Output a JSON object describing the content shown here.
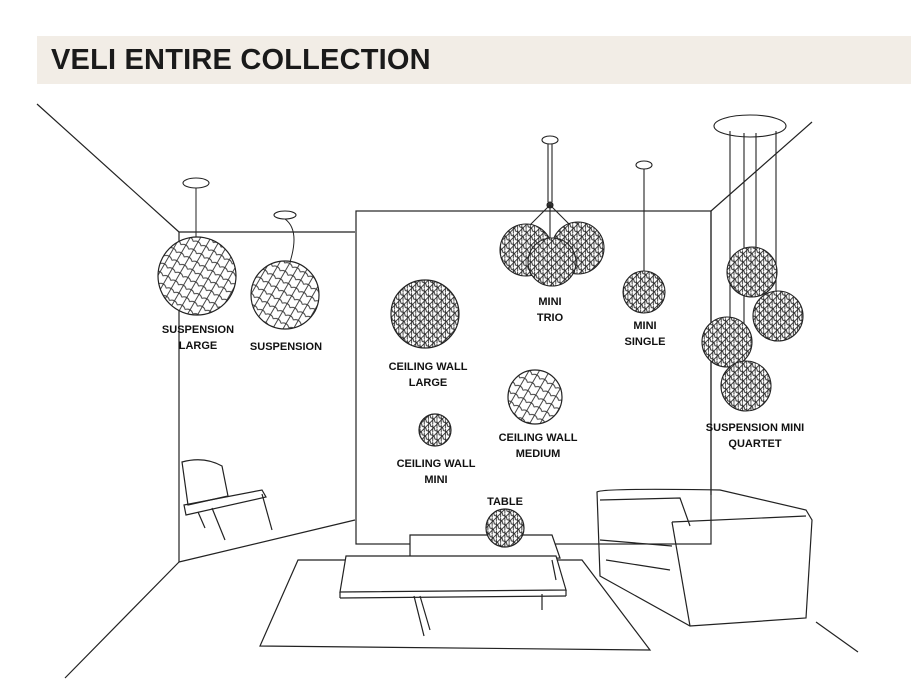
{
  "header": {
    "title": "VELI ENTIRE COLLECTION"
  },
  "colors": {
    "header_background": "#f2ede6",
    "line": "#222222",
    "lamp_dark": "#4a4a4a"
  },
  "products": [
    {
      "id": "suspension-large",
      "line1": "SUSPENSION",
      "line2": "LARGE"
    },
    {
      "id": "suspension",
      "line1": "SUSPENSION",
      "line2": ""
    },
    {
      "id": "ceiling-wall-large",
      "line1": "CEILING WALL",
      "line2": "LARGE"
    },
    {
      "id": "mini-trio",
      "line1": "MINI",
      "line2": "TRIO"
    },
    {
      "id": "mini-single",
      "line1": "MINI",
      "line2": "SINGLE"
    },
    {
      "id": "ceiling-wall-medium",
      "line1": "CEILING WALL",
      "line2": "MEDIUM"
    },
    {
      "id": "ceiling-wall-mini",
      "line1": "CEILING WALL",
      "line2": "MINI"
    },
    {
      "id": "table",
      "line1": "TABLE",
      "line2": ""
    },
    {
      "id": "suspension-mini-quartet",
      "line1": "SUSPENSION MINI",
      "line2": "QUARTET"
    }
  ]
}
